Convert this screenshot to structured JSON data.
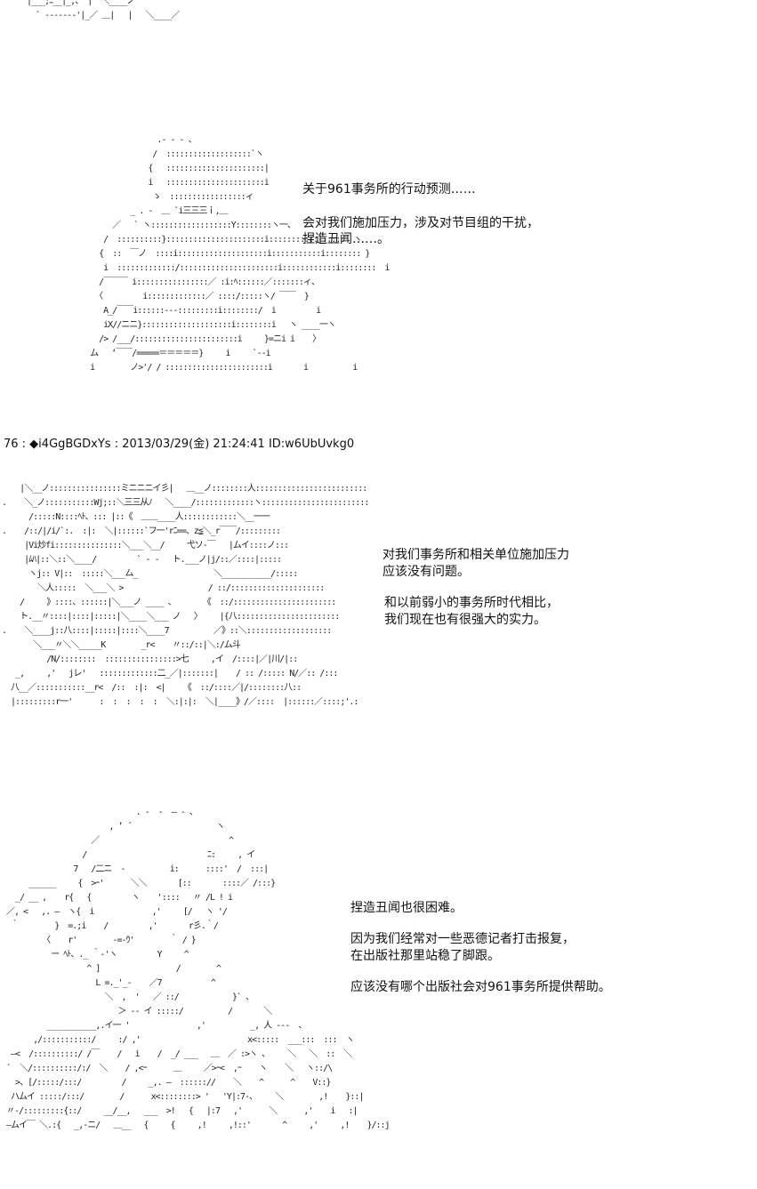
{
  "post_header": "76 : ◆i4GgBGDxYs : 2013/03/29(金) 21:24:41 ID:w6UbUvkg0",
  "panels": [
    {
      "lines": [
        "关于961事务所的行动预测……",
        "",
        "会对我们施加压力，涉及对节目组的干扰，",
        " 捏造丑闻……。"
      ]
    },
    {
      "lines": [
        "对我们事务所和相关单位施加压力",
        "应该没有问题。",
        "",
        "和以前弱小的事务所时代相比，",
        "我们现在也有很强大的实力。"
      ]
    },
    {
      "lines": [
        "捏造丑闻也很困难。",
        "",
        "因为我们经常对一些恶德记者打击报复，",
        "在出版社那里站稳了脚跟。",
        "",
        "应该没有哪个出版社会对961事务所提供帮助。"
      ]
    }
  ],
  "art": {
    "top_fragment": "|___;ﾆ__|_,、 |  ＼____ノ\n  ` ------‐'|_／ ＿|   |   ＼____／",
    "figure_one": "                    .- - - 、\n                   /  :::::::::::::::::::`ヽ\n                  {   ::::::::::::::::::::::|\n                  i   ::::::::::::::::::::::i\n                   ゝ  :::::::::::::::::ィ\n              _ . -  ＿ `i三三三ｉ,＿\n          ／   ` ヽ::::::::::::::::::Y::::::::ヽ一、\n        /  ::::::::::}::::::::::::::::::::::i:::::::::::|:::::  ヽ\n       {  ::  ￣ノ  ::::i::::::::::::::::::::i:::::::::::i:::::::: }\n        i  :::::::::::::/::::::::::::::::::::::i::::::::::::i::::::::  i\n       /￣￣￣ i::::::::::::::::／ :i:ﾍ::::::／:::::::ィ、\n      〈         i:::::::::::::／ ::::/:::::ヽ/ ￣￣  }\n        A_/￣￣i::::::--‐:::::::::i::::::::/  i         i\n        iX//ニニ}::::::::::::::::::::i::::::::i   ヽ ____一ヽ\n       /> /___/:::::::::::::::::::::::i     }=ニi i    〉\n     ム   ‘￣￣/=====＝＝＝＝＝}     i     `--i\n     i        ノ>'/ / :::::::::::::::::::::::i       i          i",
    "figure_two": "    |＼__ノ::::::::::::::::ミニニニイ彡|   ＿__ノ::::::::人:::::::::::::::::::::::::\n.    ＼_ノ:::::::::::Wj;::＼三三从ﾉ   ＼____/:::::::::::::ヽ::::::::::::::::::::::::\n      /:::::N::::ﾍﾄ、::: |::《  ＿＿____人::::::::::::＼__一一\n.    /::/|/i/`:.  :|:  ＼|::::::`フ一'rﾆ==、z≦＼_r￣￣/:::::::::\n     |Vi炒fi:::::::::::::::＼___＼__/     弋ソ‐￣   |ムイ::::ノ:::\n     |ﾑﾊ|::＼::＼____/         ` ‐ -   ト.___ノ|j/::／::::|:::::\n      ヽj:: V|::  :::::＼___厶_                 ＼___________/:::::\n        ＼人:::::  ＼___＼ >                   / ::/:::::::::::::::::::::\n    /     》::::、::::::|＼___ノ ____ 、      《  ::/:::::::::::::::::::::::\n    ト.__〃::::|::::|:::::|＼____＼___ ノ   〉    |{八:::::::::::::::::::::::\n.    ＼____j::八::::|:::::|::::＼____7          ／》::＼:::::::::::::::::::\n       ＼___〃＼＼_____K        _r<    〃::/::|＼:/ム斗\n          /N/::::::::  ::::::::::::::::>七     ,イ  /::::|／|川/|::\n   _,     ,'   jレ'   :::::::::::::二_／|:::::::|    / :: /::::: N/／:: /:::\n  八__／:::::::::::__r<  /::  :|:  <|    《  ::/::::／|/::::::::八::\n  |:::::::::r一'      :  :  :  :  :  ＼:|:|:  ＼|____》/／::::  |::::::／::::;'.:",
    "figure_three": "                              . ‐  ‐  ― ‐ 、\n                        , ’ ´                   ヽ\n                    ／                             ^\n                  /                           ﾆ:     , イ\n                7   /二ニ  -          i:      ::::'  /  :::|\n      ______     {  >ｰ'      ＼＼       [::       ::::／ /:::}\n   _/ __ ,    r{   {         ヽ    '::::   〃 /L ! i\n ／, <   ,. ―  ヽ{  i             ,'     [/   ヽ '/\n  ｀        }  =.;i    /         ,'       r彡.｀/\n         〈    r'        ‐=-ｳ'        ｀ / }\n           ー ﾍﾄ、._ ｀-'ヽ         Y     ^\n                   ^ ]                 /        ^\n                     L =._'_-    ／7           ^\n                       ＼  ,  '   ／ ::/            }` 、\n                          ＞ -- イ :::::/          /       ＼\n          ___________,.イ一 '               ,'          _, 人 ---  、\n       ,/:::::::::::/     :/ ,'                        x<:::::  ___:::  :::  ヽ\n  ―<  /::::::::::/ /￣    /   i    /  _/ ___   ＿  ／ :>ヽ 、    ＼   ＼  ::  ＼\n `  ＼/::::::::::/:/  ＼    / ,<ｰ      ＿     ／>ｰ<  ,ｰ    ヽ    ＼   ヽ::/\\\n   >、[/:::::/:::/         /     _,. ―  :::::://    ＼    ^      ^    V::}\n  ハムイ :::::/:::/        /      x<::::::::> '   'Y|:7-、    ＼        ,!    }::|\n 〃-/:::::::::{::/     __/__,   ___  >!   {   |:7   ,'      ＼      ,'    i   :|\n ―ムイ￣ ＼.:{   _,-ニ/   ＿__   {     {     ,!     ,!::'       ^     ,'     ,!    }/::j"
  }
}
